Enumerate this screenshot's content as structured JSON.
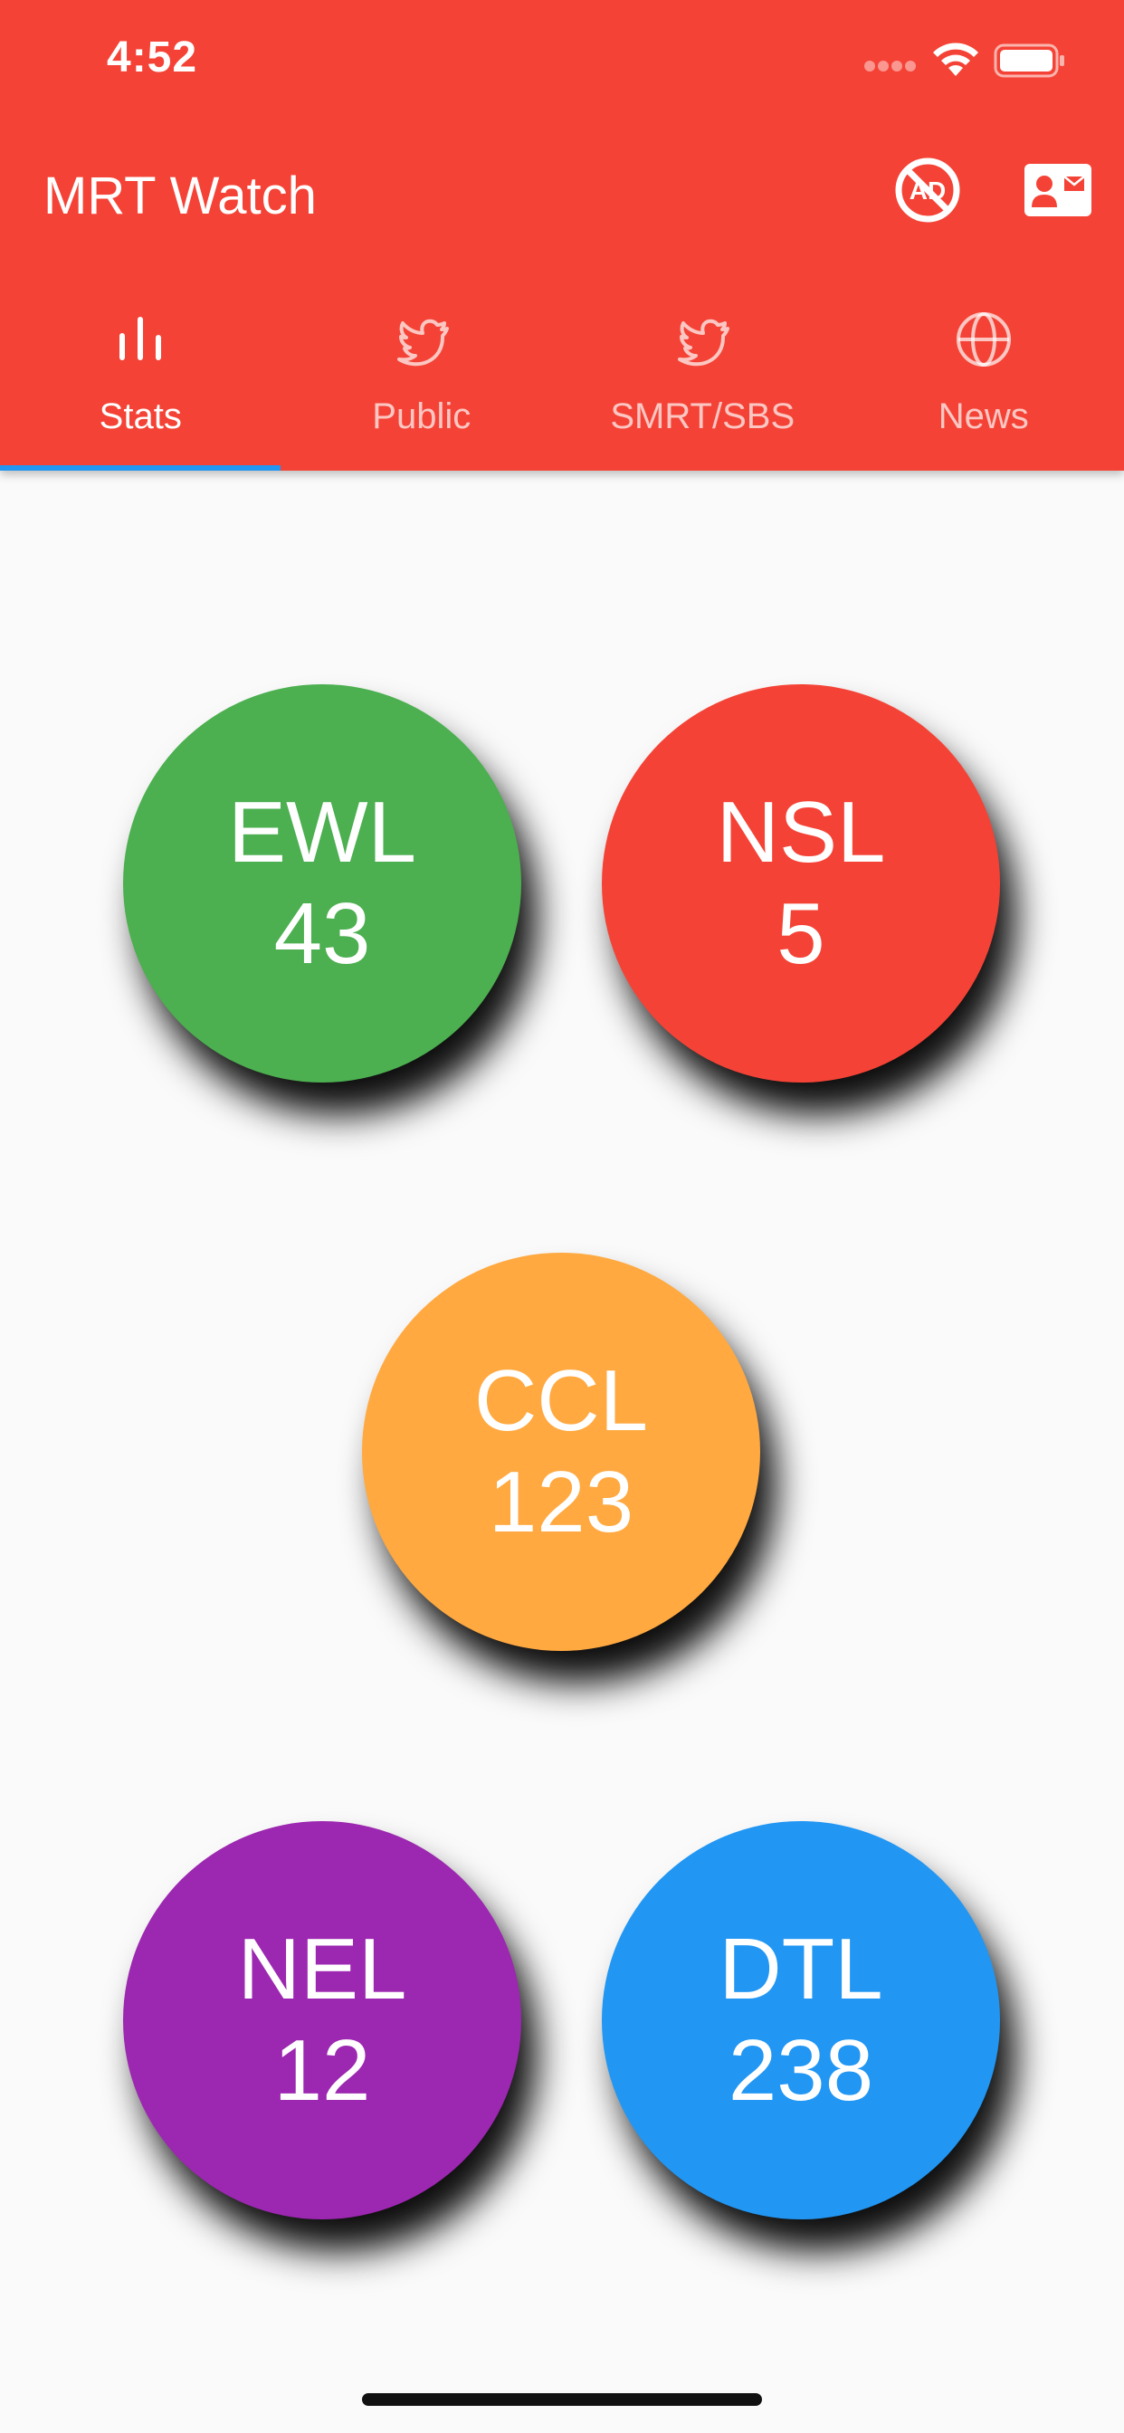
{
  "status_bar": {
    "time": "4:52"
  },
  "app_bar": {
    "title": "MRT Watch",
    "actions": [
      {
        "name": "no-ads",
        "icon": "no-ads-icon"
      },
      {
        "name": "contact",
        "icon": "contact-mail-icon"
      }
    ]
  },
  "tabs": [
    {
      "label": "Stats",
      "icon": "bar-chart-icon",
      "active": true
    },
    {
      "label": "Public",
      "icon": "twitter-bird-icon",
      "active": false
    },
    {
      "label": "SMRT/SBS",
      "icon": "twitter-bird-icon",
      "active": false
    },
    {
      "label": "News",
      "icon": "globe-icon",
      "active": false
    }
  ],
  "lines": [
    {
      "code": "EWL",
      "count": "43",
      "color": "#4caf50"
    },
    {
      "code": "NSL",
      "count": "5",
      "color": "#f44336"
    },
    {
      "code": "CCL",
      "count": "123",
      "color": "#ffa940"
    },
    {
      "code": "NEL",
      "count": "12",
      "color": "#9c27b0"
    },
    {
      "code": "DTL",
      "count": "238",
      "color": "#2196f3"
    }
  ],
  "colors": {
    "primary": "#f44336",
    "tab_indicator": "#2196f3",
    "background": "#fafafa"
  }
}
